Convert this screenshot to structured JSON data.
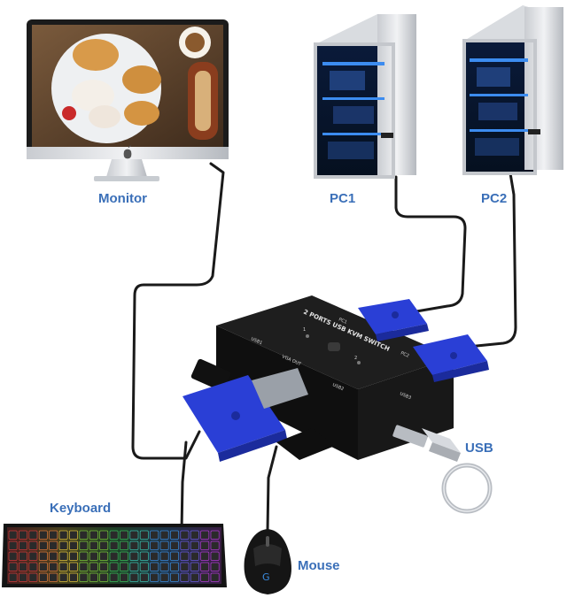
{
  "labels": {
    "monitor": "Monitor",
    "pc1": "PC1",
    "pc2": "PC2",
    "usb": "USB",
    "keyboard": "Keyboard",
    "mouse": "Mouse"
  },
  "switch_text": {
    "title": "2 PORTS USB KVM SWITCH",
    "usb1": "USB1",
    "vga_out": "VGA OUT",
    "usb2": "USB2",
    "usb3": "USB3",
    "port1": "1",
    "port2": "2",
    "pc1": "PC1",
    "pc2": "PC2"
  },
  "colors": {
    "label": "#3a6fb8",
    "cable": "#1a1a1a",
    "vga_blue": "#2a3fd6",
    "switch_body": "#151515",
    "tower_glow": "#3c8cf0"
  },
  "icons": [
    "apple-logo-icon",
    "key-ring-icon"
  ]
}
